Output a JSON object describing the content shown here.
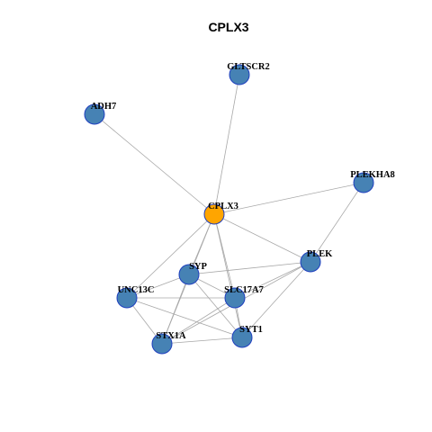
{
  "graph": {
    "title": "CPLX3",
    "colors": {
      "node_default": "#4682b4",
      "node_focus": "#ffa500",
      "node_border": "#1f3fbf",
      "edge": "#a8a8a8"
    },
    "nodes": [
      {
        "id": "CPLX3",
        "label": "CPLX3",
        "focus": true
      },
      {
        "id": "GLTSCR2",
        "label": "GLTSCR2",
        "focus": false
      },
      {
        "id": "ADH7",
        "label": "ADH7",
        "focus": false
      },
      {
        "id": "PLEKHA8",
        "label": "PLEKHA8",
        "focus": false
      },
      {
        "id": "PLEK",
        "label": "PLEK",
        "focus": false
      },
      {
        "id": "SYP",
        "label": "SYP",
        "focus": false
      },
      {
        "id": "UNC13C",
        "label": "UNC13C",
        "focus": false
      },
      {
        "id": "SLC17A7",
        "label": "SLC17A7",
        "focus": false
      },
      {
        "id": "STX1A",
        "label": "STX1A",
        "focus": false
      },
      {
        "id": "SYT1",
        "label": "SYT1",
        "focus": false
      }
    ],
    "edges": [
      [
        "CPLX3",
        "GLTSCR2"
      ],
      [
        "CPLX3",
        "ADH7"
      ],
      [
        "CPLX3",
        "PLEKHA8"
      ],
      [
        "CPLX3",
        "PLEK"
      ],
      [
        "CPLX3",
        "SYP"
      ],
      [
        "CPLX3",
        "UNC13C"
      ],
      [
        "CPLX3",
        "SLC17A7"
      ],
      [
        "CPLX3",
        "STX1A"
      ],
      [
        "CPLX3",
        "SYT1"
      ],
      [
        "PLEKHA8",
        "PLEK"
      ],
      [
        "PLEK",
        "SYP"
      ],
      [
        "PLEK",
        "SLC17A7"
      ],
      [
        "PLEK",
        "SYT1"
      ],
      [
        "PLEK",
        "STX1A"
      ],
      [
        "SYP",
        "UNC13C"
      ],
      [
        "SYP",
        "SLC17A7"
      ],
      [
        "SYP",
        "STX1A"
      ],
      [
        "SYP",
        "SYT1"
      ],
      [
        "UNC13C",
        "SLC17A7"
      ],
      [
        "UNC13C",
        "STX1A"
      ],
      [
        "UNC13C",
        "SYT1"
      ],
      [
        "SLC17A7",
        "STX1A"
      ],
      [
        "SLC17A7",
        "SYT1"
      ],
      [
        "STX1A",
        "SYT1"
      ]
    ]
  }
}
